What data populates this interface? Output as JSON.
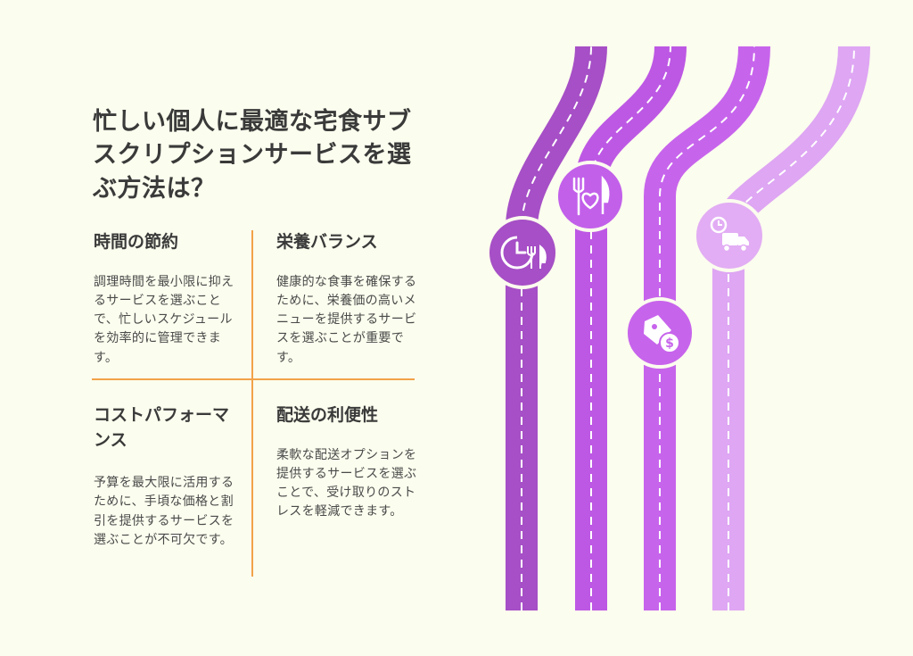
{
  "title": "忙しい個人に最適な宅食サブスクリプションサービスを選ぶ方法は？",
  "cards": [
    {
      "title": "時間の節約",
      "body": "調理時間を最小限に抑えるサービスを選ぶことで、忙しいスケジュールを効率的に管理できます。"
    },
    {
      "title": "栄養バランス",
      "body": "健康的な食事を確保するために、栄養価の高いメニューを提供するサービスを選ぶことが重要です。"
    },
    {
      "title": "コストパフォーマンス",
      "body": "予算を最大限に活用するために、手頃な価格と割引を提供するサービスを選ぶことが不可欠です。"
    },
    {
      "title": "配送の利便性",
      "body": "柔軟な配送オプションを提供するサービスを選ぶことで、受け取りのストレスを軽減できます。"
    }
  ],
  "icons": [
    "clock-meal-icon",
    "fork-knife-heart-icon",
    "price-tag-dollar-icon",
    "delivery-truck-clock-icon"
  ],
  "colors": {
    "background": "#fbfdee",
    "divider": "#f2a24a",
    "road1": "#a64fc6",
    "road2": "#bd58e4",
    "road3": "#c764ec",
    "road4": "#dea6f3",
    "icon_circle1": "#a64fc6",
    "icon_circle2": "#c260ea",
    "icon_circle3": "#c764ec",
    "icon_circle4": "#e2adf4"
  }
}
